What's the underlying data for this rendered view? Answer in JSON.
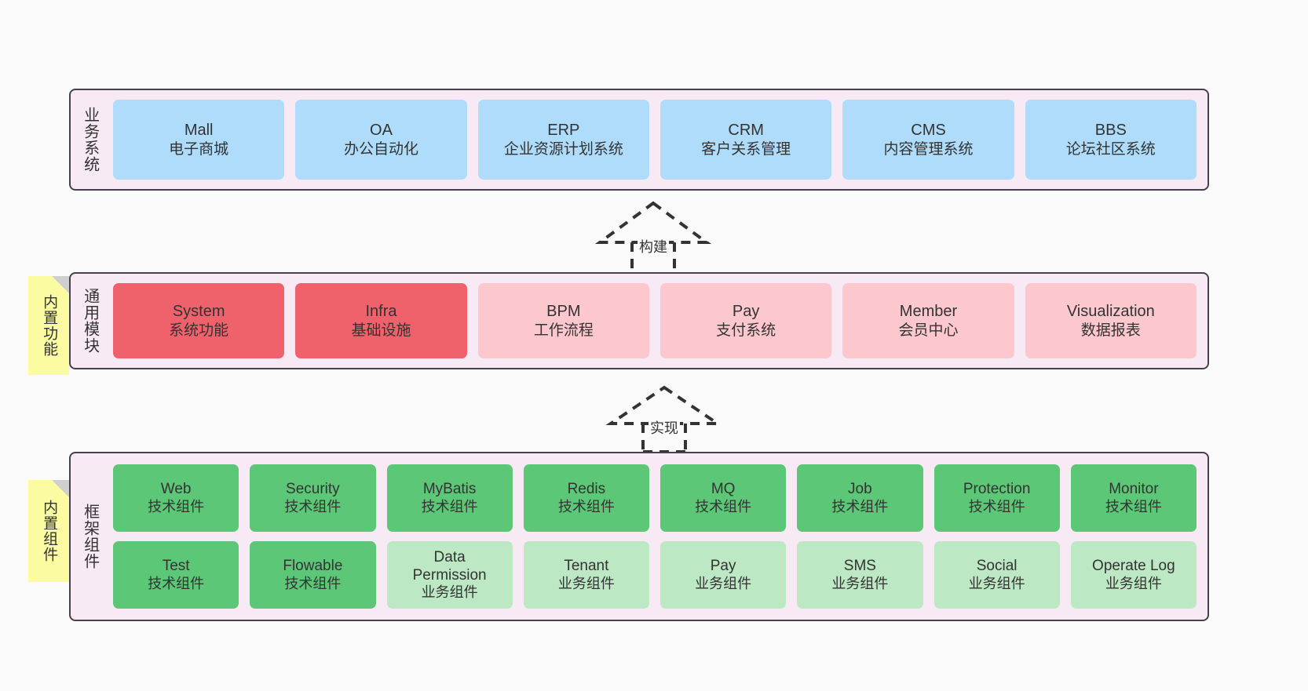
{
  "diagram": {
    "background_color": "#fafafa",
    "panel_color": "#f8eaf5",
    "note_color": "#fbfba1",
    "layers": [
      {
        "id": "business-systems",
        "title": "业务系统",
        "card_color": "#aedcfa",
        "cards": [
          {
            "en": "Mall",
            "cn": "电子商城"
          },
          {
            "en": "OA",
            "cn": "办公自动化"
          },
          {
            "en": "ERP",
            "cn": "企业资源计划系统"
          },
          {
            "en": "CRM",
            "cn": "客户关系管理"
          },
          {
            "en": "CMS",
            "cn": "内容管理系统"
          },
          {
            "en": "BBS",
            "cn": "论坛社区系统"
          }
        ]
      },
      {
        "id": "common-modules",
        "title": "通用模块",
        "note": "内置功能",
        "cards": [
          {
            "en": "System",
            "cn": "系统功能",
            "color": "#f0626b"
          },
          {
            "en": "Infra",
            "cn": "基础设施",
            "color": "#f0626b"
          },
          {
            "en": "BPM",
            "cn": "工作流程",
            "color": "#fcc8ce"
          },
          {
            "en": "Pay",
            "cn": "支付系统",
            "color": "#fcc8ce"
          },
          {
            "en": "Member",
            "cn": "会员中心",
            "color": "#fcc8ce"
          },
          {
            "en": "Visualization",
            "cn": "数据报表",
            "color": "#fcc8ce"
          }
        ]
      },
      {
        "id": "framework-components",
        "title": "框架组件",
        "note": "内置组件",
        "rows": [
          [
            {
              "en": "Web",
              "cn": "技术组件",
              "color": "#5cc777"
            },
            {
              "en": "Security",
              "cn": "技术组件",
              "color": "#5cc777"
            },
            {
              "en": "MyBatis",
              "cn": "技术组件",
              "color": "#5cc777"
            },
            {
              "en": "Redis",
              "cn": "技术组件",
              "color": "#5cc777"
            },
            {
              "en": "MQ",
              "cn": "技术组件",
              "color": "#5cc777"
            },
            {
              "en": "Job",
              "cn": "技术组件",
              "color": "#5cc777"
            },
            {
              "en": "Protection",
              "cn": "技术组件",
              "color": "#5cc777"
            },
            {
              "en": "Monitor",
              "cn": "技术组件",
              "color": "#5cc777"
            }
          ],
          [
            {
              "en": "Test",
              "cn": "技术组件",
              "color": "#5cc777"
            },
            {
              "en": "Flowable",
              "cn": "技术组件",
              "color": "#5cc777"
            },
            {
              "en": "Data Permission",
              "cn": "业务组件",
              "color": "#bce8c4"
            },
            {
              "en": "Tenant",
              "cn": "业务组件",
              "color": "#bce8c4"
            },
            {
              "en": "Pay",
              "cn": "业务组件",
              "color": "#bce8c4"
            },
            {
              "en": "SMS",
              "cn": "业务组件",
              "color": "#bce8c4"
            },
            {
              "en": "Social",
              "cn": "业务组件",
              "color": "#bce8c4"
            },
            {
              "en": "Operate Log",
              "cn": "业务组件",
              "color": "#bce8c4"
            }
          ]
        ]
      }
    ],
    "connectors": [
      {
        "id": "build",
        "label": "构建"
      },
      {
        "id": "implement",
        "label": "实现"
      }
    ]
  }
}
